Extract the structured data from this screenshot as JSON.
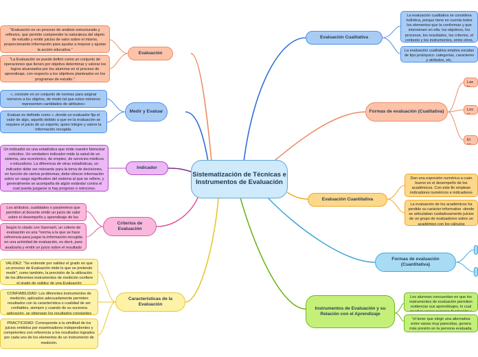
{
  "central": {
    "title": "Sistematización de Técnicas e Instrumentos de Evaluación"
  },
  "left": {
    "evaluacion": {
      "label": "Evaluación",
      "leaves": [
        "\"Evaluación es un proceso de análisis estructurado y reflexivo, que permite comprender la naturaleza del objeto de estudio y emitir juicios de valor sobre el mismo, proporcionando información para ayudar a mejorar y ajustar la acción educativa.\"",
        "\"La Evaluación se puede definir como un conjunto de operaciones que tienen por objetivo determinar y valorar los logros alcanzados por los alumnos en el proceso de aprendizaje, con respecto a los objetivos planteados en los programas de estudio.\""
      ]
    },
    "medir": {
      "label": "Medir y Evaluar",
      "leaves": [
        "«..consiste en un conjunto de normas para asignar números a los objetos, de modo tal que estos números representen cantidades de atributos»",
        "Evaluar es definido como «..donde un evaluador fija el valor de algo, aquello debido a que en la evaluación se requiere el juicio de un experto, quien integre y valore la información recogida."
      ]
    },
    "indicador": {
      "label": "Indicador",
      "leaves": [
        "Un indicador es una estadística que mide nuestro bienestar colectivo. Un verdadero indicador mide la salud de un sistema, sea económico, de empleo, de servicios médicos o educativos. La diferencia de otras estadísticas, un indicador debe ser relevante para la toma de decisiones, en función de ciertos problemas; debe ofrecer información sobre un rasgo significativo del sistema al que se refiere, y generalmente se acompaña de algún estándar contra el cual pueda juzgarse si hay progreso o retroceso."
      ]
    },
    "criterios": {
      "label": "Criterios de Evaluación",
      "leaves": [
        "Los atributos, cualidades o parámetros que permiten al docente emitir un juicio de valor sobre el desempeño y aprendizaje de los estudiantes",
        "Según lo citado con Sanmartí, un criterio de evaluación es una \"norma a la que se hace referencia para juzgar la información recogida en una actividad de evaluación, es decir, para analizarla y emitir un juicio sobre el resultado del análisis\""
      ]
    },
    "caracteristicas": {
      "label": "Características de la Evaluación",
      "leaves": [
        "VALIDEZ: \"Se entiende por validez el grado en que un proceso de Evaluación mide lo que se pretende medir\", como también, la precisión de la utilización de los diferentes instrumentos de medición confiere el grado de validez de una Evaluación",
        "CONFIABILIDAD: Los diferentes instrumentos de medición, aplicados adecuadamente permiten resultados con la característica o cualidad de ser confiables, siempre y cuando de su sucesiva aplicación, se obtengan los resultados constantes",
        "PRACTICIDAD: Corresponde a la similitud de los juicios emitidos por examinadores independientes y competentes con referencia a los resultados logrados por cada uno de los elementos de un instrumento de medición."
      ]
    }
  },
  "right": {
    "cualitativa": {
      "label": "Evaluación Cualitativa",
      "leaves": [
        "La evaluación cualitativa se considera holística, porque tiene en cuenta todos los elementos que la conforman y que intervienen en ella: los objetivos, los procesos, los resultados, los criterios, el contexto y los instrumentos, entre otros, así como sus aspectos conceptuales, procedimentales y actitudinales de los alumnos.",
        "La evaluación cualitativa emplea escalas de tipo jerárquico: categorías, caracteres y atributos, etc."
      ]
    },
    "formas_cuali": {
      "label": "Formas de evaluación (Cualitativa)",
      "leaves": [
        "Las le",
        "Los sí",
        "El co"
      ]
    },
    "cuantitativa": {
      "label": "Evaluación Cuantitativa",
      "leaves": [
        "Dan una expresión numérica a cuán bueno es el desempeño de los académicos. Con este fin emplean indicadores numéricos e indicadores bibliométricos diversos para evaluar las labores de docencia, de investigación, etc.",
        "La evaluación de los académicos ha perdido su carácter informativo -donde se articulaban cuidadosamente juicios de un grupo de evaluadores sobre un académico con los cálculos cuantitativos -que expresan como calificación otorgada al ítem o pregunta."
      ]
    },
    "formas_cuanti": {
      "label": "Formas de evaluación (Cuantitativa)",
      "leaves": [
        "",
        ""
      ]
    },
    "instrumentos": {
      "label": "Instrumentos de Evaluación y su Relación con el Aprendizaje",
      "leaves": [
        "Los alumnos concuerdan en que los instrumentos de evaluación permiten evidenciar sus aprendizajes, lo cual muchas veces generan frustración y preocupación.",
        "\"el tener que elegir una alternativa entre varias muy parecidas, genera más presión en la persona evaluada, ya que puede demostrar todo lo que uno sabe\""
      ]
    }
  },
  "colors": {
    "orange": "#ec8a61",
    "blue": "#4f8fe0",
    "purple": "#b04bc4",
    "pink": "#e0579e",
    "yellow": "#e6c72c",
    "gold": "#eda827",
    "rblue": "#3fa7dc",
    "green": "#6fb51e",
    "cualitativa_line": "#2f6fd6",
    "cuali_formas_line": "#ec8a61"
  }
}
